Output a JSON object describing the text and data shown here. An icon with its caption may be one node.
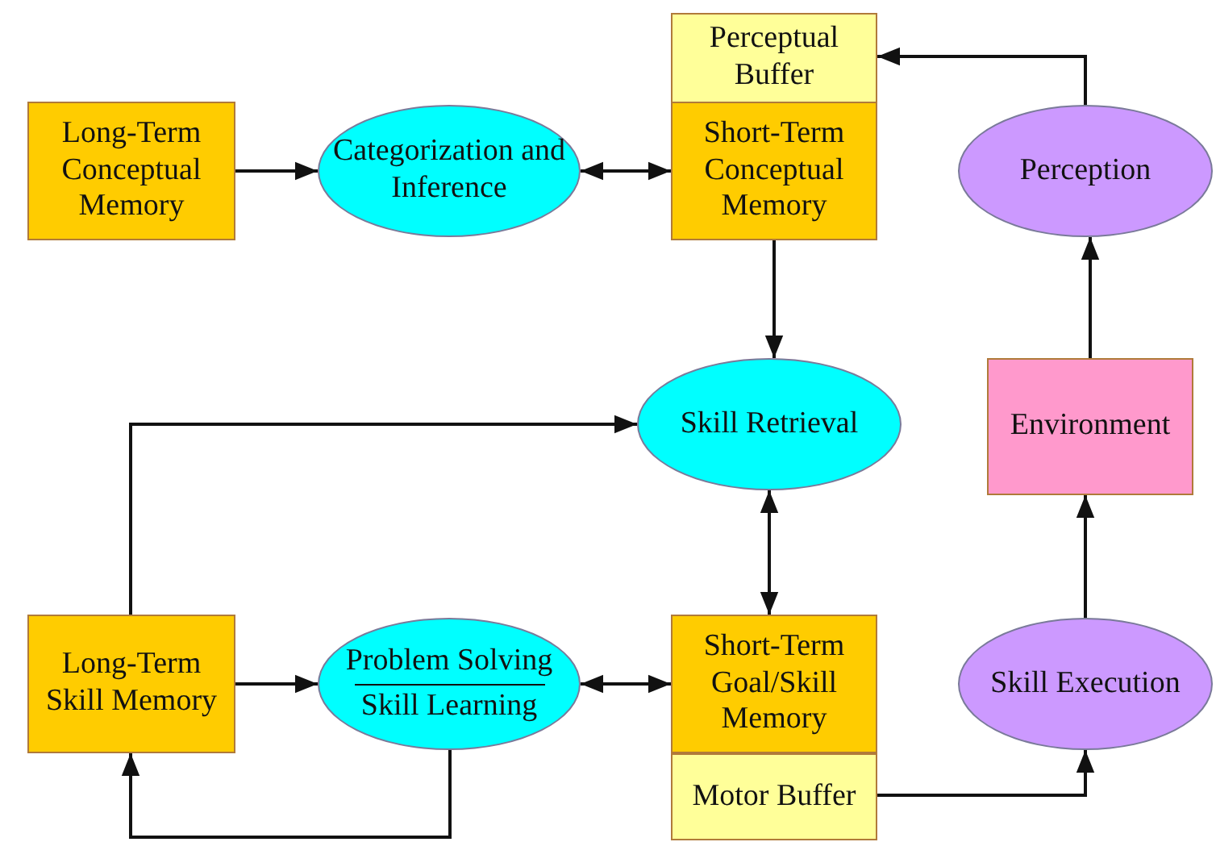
{
  "diagram": {
    "nodes": [
      {
        "text": [
          "Perceptual Buffer"
        ]
      },
      {
        "text": [
          "Long-Term Conceptual Memory"
        ]
      },
      {
        "text": [
          "Categorization and Inference"
        ]
      },
      {
        "text": [
          "Short-Term Conceptual Memory"
        ]
      },
      {
        "text": [
          "Perception"
        ]
      },
      {
        "text": [
          "Skill Retrieval"
        ]
      },
      {
        "text": [
          "Environment"
        ]
      },
      {
        "text": [
          "Long-Term Skill Memory"
        ]
      },
      {
        "text": [
          "Problem Solving",
          "Skill Learning"
        ]
      },
      {
        "text": [
          "Short-Term Goal/Skill Memory"
        ]
      },
      {
        "text": [
          "Motor Buffer"
        ]
      },
      {
        "text": [
          "Skill Execution"
        ]
      }
    ],
    "edges": [
      {
        "from": 1,
        "to": 2,
        "arrow": "to"
      },
      {
        "from": 2,
        "to": 3,
        "arrow": "both"
      },
      {
        "from": 4,
        "to": 0,
        "arrow": "to"
      },
      {
        "from": 3,
        "to": 5,
        "arrow": "to"
      },
      {
        "from": 6,
        "to": 4,
        "arrow": "to"
      },
      {
        "from": 7,
        "to": 5,
        "arrow": "to"
      },
      {
        "from": 5,
        "to": 9,
        "arrow": "both"
      },
      {
        "from": 7,
        "to": 8,
        "arrow": "to"
      },
      {
        "from": 8,
        "to": 9,
        "arrow": "both"
      },
      {
        "from": 8,
        "to": 7,
        "arrow": "to"
      },
      {
        "from": 10,
        "to": 11,
        "arrow": "to"
      },
      {
        "from": 11,
        "to": 6,
        "arrow": "to"
      }
    ]
  }
}
